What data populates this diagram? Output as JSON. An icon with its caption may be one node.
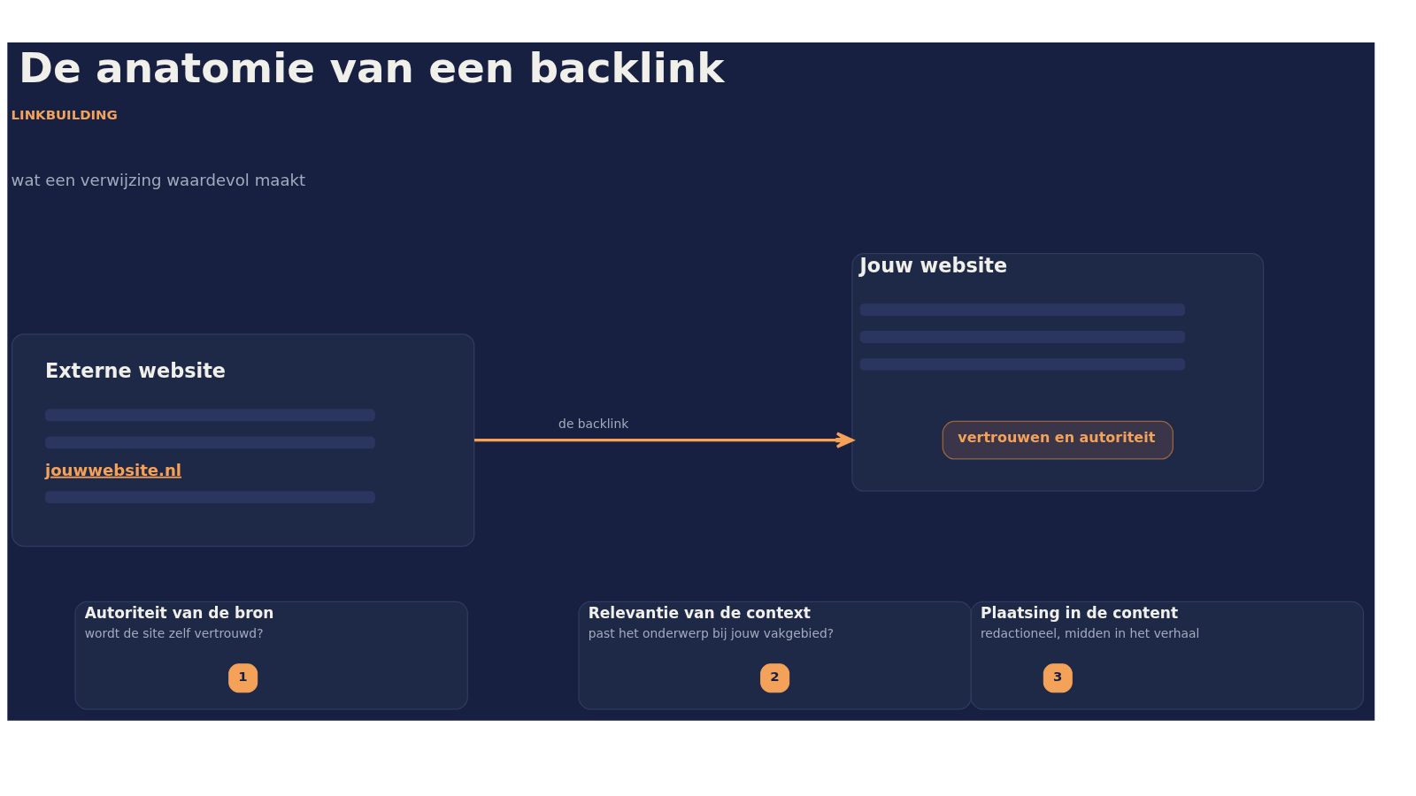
{
  "diagram": {
    "title": "De anatomie van een backlink",
    "nodes": [
      {
        "text": [
          "Externe website",
          "jouwwebsite.nl"
        ]
      },
      {
        "text": [
          "Jouw website"
        ]
      },
      {
        "text": [
          "vertrouwen en autoriteit"
        ],
        "in": 1
      },
      {
        "text": [
          "Autoriteit van de bron",
          "wordt de site zelf vertrouwd?"
        ]
      },
      {
        "text": [
          "1"
        ],
        "in": 3
      },
      {
        "text": [
          "Relevantie van de context",
          "past het onderwerp bij jouw vakgebied?"
        ]
      },
      {
        "text": [
          "2"
        ],
        "in": 5
      },
      {
        "text": [
          "Plaatsing in de content",
          "redactioneel, midden in het verhaal"
        ]
      },
      {
        "text": [
          "3"
        ],
        "in": 7
      }
    ],
    "edges": [
      {
        "from": 0,
        "to": 1,
        "arrow": "to",
        "label": "de backlink",
        "color": "#f4a259"
      }
    ],
    "labels": [
      "LINKBUILDING",
      "wat een verwijzing waardevol maakt"
    ]
  }
}
